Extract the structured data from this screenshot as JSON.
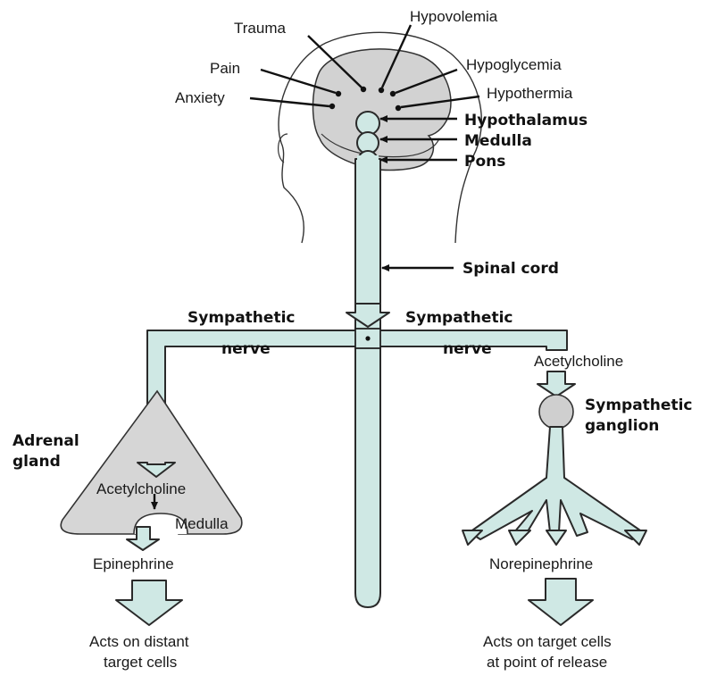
{
  "colors": {
    "tube_fill": "#cfe8e4",
    "brain_fill": "#d2d2d2",
    "gland_fill": "#d6d6d6",
    "outline": "#2a2a2a"
  },
  "stimuli": [
    "Trauma",
    "Hypovolemia",
    "Pain",
    "Hypoglycemia",
    "Anxiety",
    "Hypothermia"
  ],
  "brain": {
    "hypothalamus": "Hypothalamus",
    "medulla": "Medulla",
    "pons": "Pons"
  },
  "spinal_cord": "Spinal cord",
  "sympathetic_nerve": {
    "left_line1": "Sympathetic",
    "left_line2": "nerve",
    "right_line1": "Sympathetic",
    "right_line2": "nerve"
  },
  "adrenal": {
    "title_line1": "Adrenal",
    "title_line2": "gland",
    "acetylcholine": "Acetylcholine",
    "medulla": "Medulla",
    "hormone": "Epinephrine",
    "effect_line1": "Acts on distant",
    "effect_line2": "target cells"
  },
  "ganglion_path": {
    "acetylcholine": "Acetylcholine",
    "ganglion_line1": "Sympathetic",
    "ganglion_line2": "ganglion",
    "hormone": "Norepinephrine",
    "effect_line1": "Acts on target cells",
    "effect_line2": "at point of release"
  }
}
